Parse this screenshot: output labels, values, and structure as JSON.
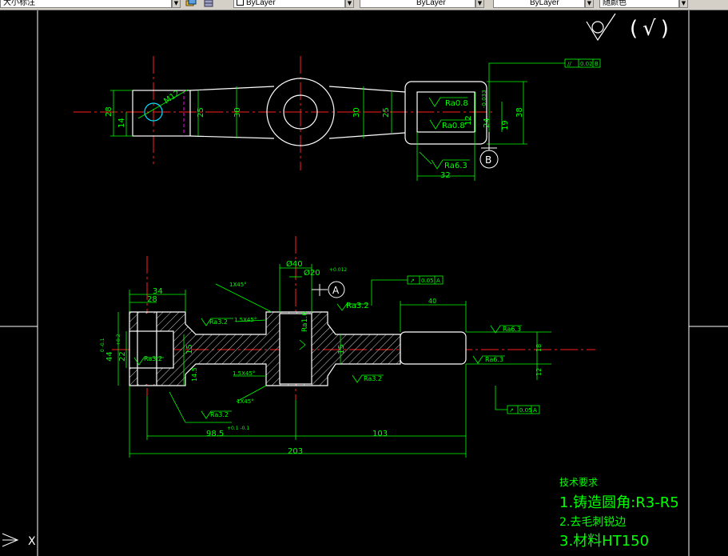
{
  "toolbar": {
    "dimstyle": "大小标注",
    "layer_color": "ByLayer",
    "linetype": "ByLayer",
    "lineweight": "ByLayer",
    "plotstyle": "随颜色"
  },
  "top_view": {
    "dims": {
      "d28": "28",
      "d14": "14",
      "m12": "M12",
      "d25a": "25",
      "d30a": "30",
      "d30b": "30",
      "d25b": "25",
      "d12": "12",
      "d24": "24",
      "tol24": "-0.033",
      "d19": "19",
      "d38": "38",
      "d32": "32"
    },
    "roughness": [
      "Ra0.8",
      "Ra0.8",
      "Ra6.3"
    ],
    "datum": "B",
    "fcf": {
      "symbol": "//",
      "value": "0.02",
      "datum": "B"
    }
  },
  "front_view": {
    "dims": {
      "d34": "34",
      "d28": "28",
      "d44": "44",
      "tol44": "0\n-0.1",
      "d22": "22",
      "tol22": "+0.2",
      "d15a": "15",
      "d14_5": "14.5",
      "d40": "Ø40",
      "d20": "Ø20",
      "tol20": "+0.012",
      "d40b": "40",
      "d15b": "15",
      "d18": "18",
      "d12": "12",
      "d98_5": "98.5",
      "tol98": "+0.1\n-0.1",
      "d103": "103",
      "d203": "203"
    },
    "chamfers": [
      "1X45°",
      "1.5X45°",
      "1.5X45°",
      "1X45°"
    ],
    "roughness": [
      "Ra3.2",
      "Ra3.2",
      "Ra1.6",
      "Ra3.2",
      "Ra3.2",
      "Ra3.2",
      "Ra6.3",
      "Ra6.3"
    ],
    "datum": "A",
    "fcf1": {
      "symbol": "↗",
      "value": "0.05",
      "datum": "A"
    },
    "fcf2": {
      "symbol": "↗",
      "value": "0.05",
      "datum": "A"
    }
  },
  "general_symbol": "(√)",
  "tech_req": {
    "title": "技术要求",
    "items": [
      "1.铸造圆角:R3-R5",
      "2.去毛刺锐边",
      "3.材料HT150"
    ]
  },
  "ucs": {
    "x_label": "X"
  }
}
